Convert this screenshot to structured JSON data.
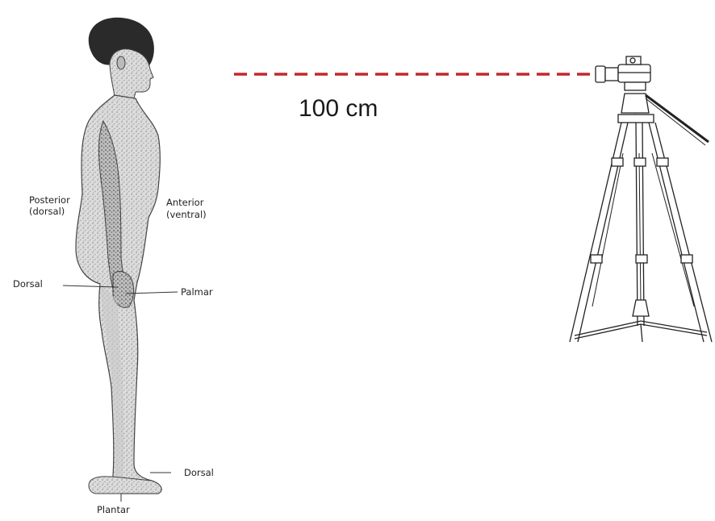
{
  "distance": {
    "label": "100 cm",
    "line_color": "#c0282d"
  },
  "figure": {
    "icon": "human-body-lateral-view",
    "labels": {
      "posterior_line1": "Posterior",
      "posterior_line2": "(dorsal)",
      "anterior_line1": "Anterior",
      "anterior_line2": "(ventral)",
      "dorsal_hand": "Dorsal",
      "palmar": "Palmar",
      "dorsal_foot": "Dorsal",
      "plantar": "Plantar"
    }
  },
  "camera": {
    "icon": "camera-on-tripod"
  }
}
